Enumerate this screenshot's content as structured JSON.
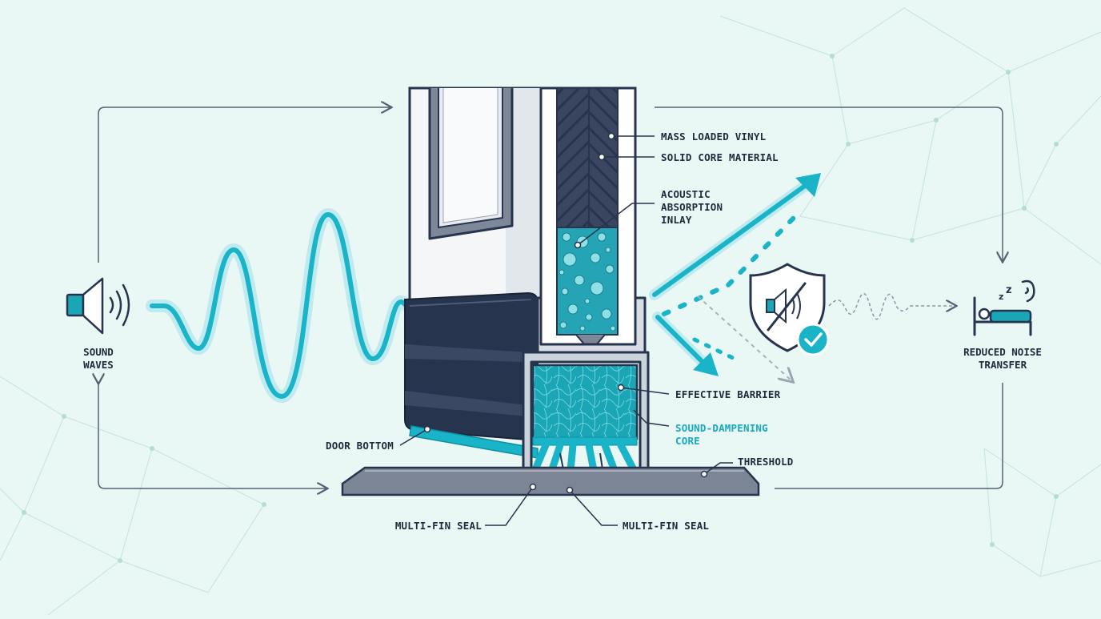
{
  "colors": {
    "background": "#e9f7f5",
    "navy": "#27344d",
    "teal": "#19b4c8",
    "teal_dark": "#0d8fa2",
    "door_face": "#f4f6f8",
    "threshold": "#7c8595"
  },
  "icons": {
    "source": "speaker-icon",
    "blocked": "shield-mute-icon",
    "check": "check-badge-icon",
    "listener": "sleeping-person-icon"
  },
  "left": {
    "line1": "SOUND",
    "line2": "WAVES"
  },
  "right": {
    "line1": "REDUCED NOISE",
    "line2": "TRANSFER"
  },
  "labels": {
    "mass_loaded_vinyl": "MASS LOADED VINYL",
    "solid_core": "SOLID CORE MATERIAL",
    "acoustic_1": "ACOUSTIC",
    "acoustic_2": "ABSORPTION",
    "acoustic_3": "INLAY",
    "effective_barrier": "EFFECTIVE BARRIER",
    "dampening_1": "SOUND-DAMPENING",
    "dampening_2": "CORE",
    "door_bottom": "DOOR BOTTOM",
    "threshold": "THRESHOLD",
    "fin_seal_left": "MULTI-FIN SEAL",
    "fin_seal_right": "MULTI-FIN SEAL"
  }
}
